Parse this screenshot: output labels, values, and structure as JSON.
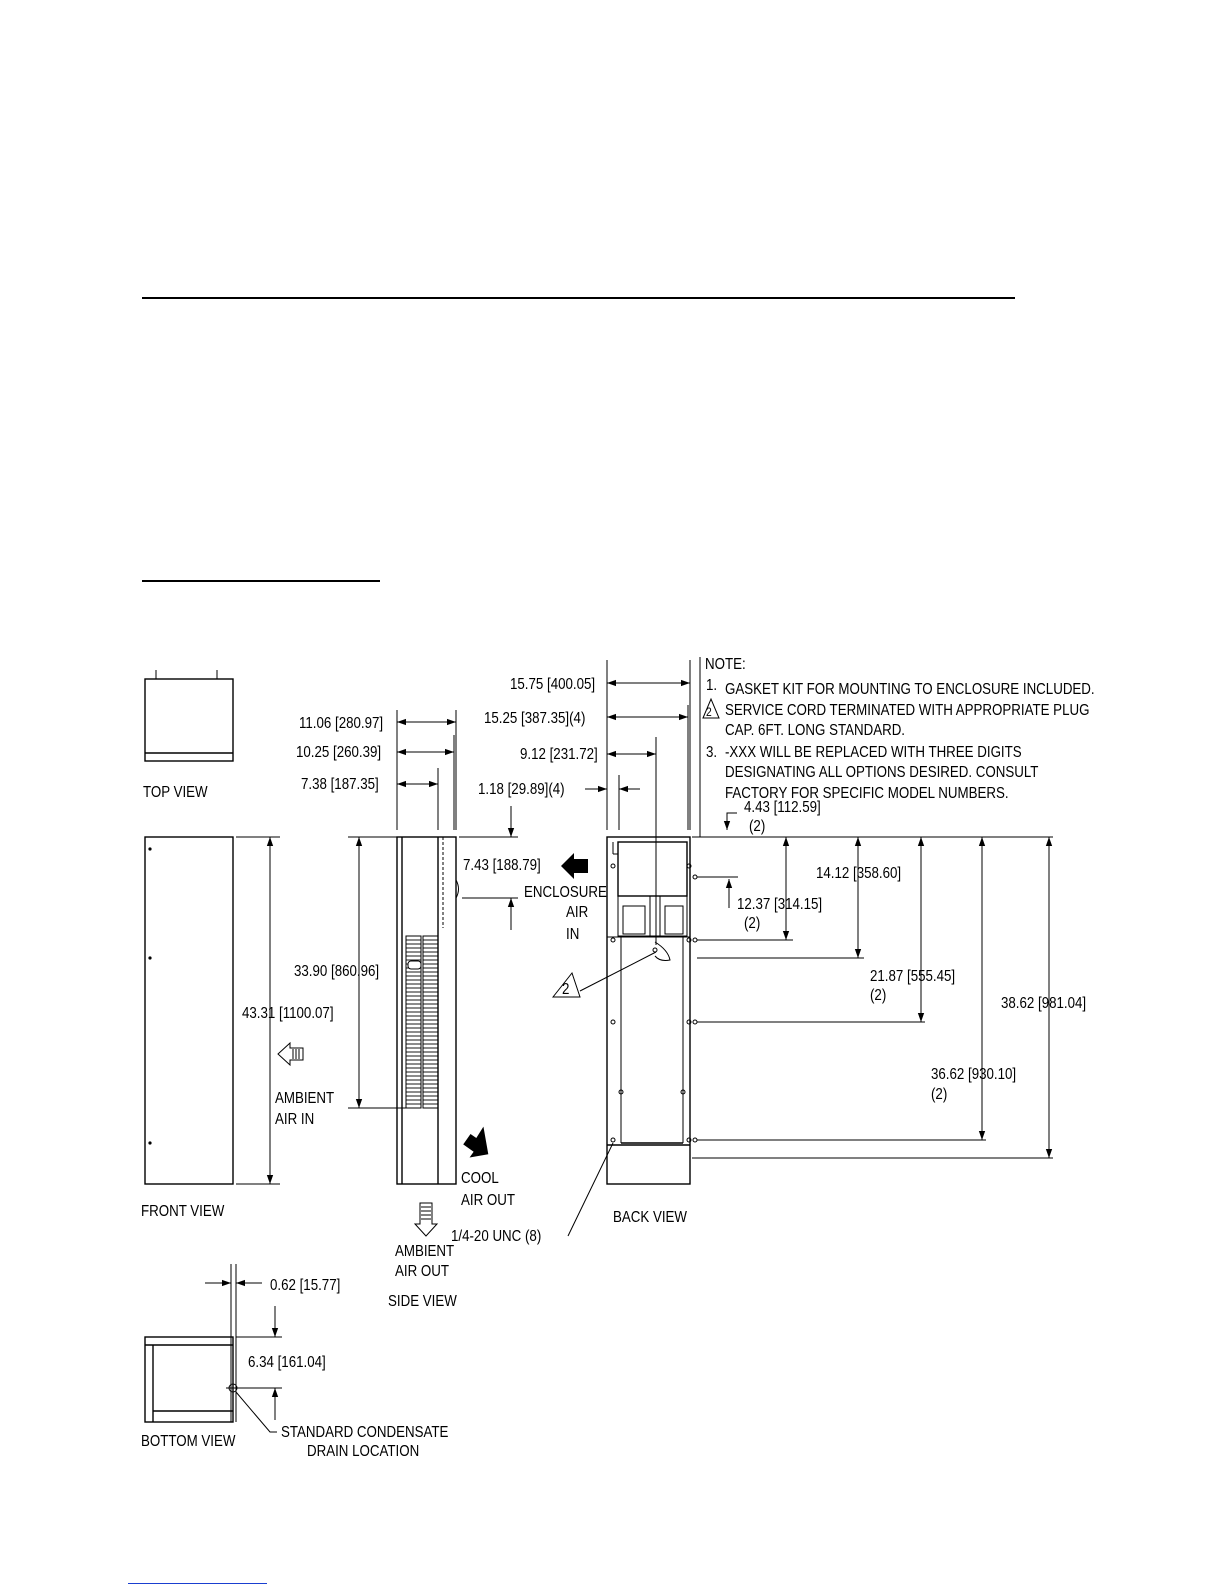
{
  "views": {
    "top": "TOP VIEW",
    "front": "FRONT VIEW",
    "side": "SIDE VIEW",
    "back": "BACK VIEW",
    "bottom": "BOTTOM VIEW"
  },
  "notes": {
    "header": "NOTE:",
    "n1_num": "1.",
    "n1": "GASKET KIT FOR MOUNTING TO ENCLOSURE INCLUDED.",
    "n2_flag": "2",
    "n2_l1": "SERVICE CORD TERMINATED WITH APPROPRIATE PLUG",
    "n2_l2": "CAP. 6FT. LONG STANDARD.",
    "n3_num": "3.",
    "n3_l1": "-XXX WILL BE REPLACED WITH THREE DIGITS",
    "n3_l2": "DESIGNATING ALL OPTIONS DESIRED. CONSULT",
    "n3_l3": "FACTORY FOR SPECIFIC MODEL NUMBERS."
  },
  "dimensions": {
    "d_15_75": "15.75 [400.05]",
    "d_15_25": "15.25 [387.35](4)",
    "d_9_12": "9.12 [231.72]",
    "d_1_18": "1.18 [29.89](4)",
    "d_11_06": "11.06 [280.97]",
    "d_10_25": "10.25 [260.39]",
    "d_7_38": "7.38 [187.35]",
    "d_7_43": "7.43 [188.79]",
    "d_4_43": "4.43 [112.59]",
    "d_4_43_qty": "(2)",
    "d_12_37": "12.37 [314.15]",
    "d_12_37_qty": "(2)",
    "d_14_12": "14.12 [358.60]",
    "d_21_87": "21.87 [555.45]",
    "d_21_87_qty": "(2)",
    "d_38_62": "38.62 [981.04]",
    "d_36_62": "36.62 [930.10]",
    "d_36_62_qty": "(2)",
    "d_33_90": "33.90 [860.96]",
    "d_43_31": "43.31 [1100.07]",
    "d_0_62": "0.62 [15.77]",
    "d_6_34": "6.34 [161.04]"
  },
  "labels": {
    "enclosure_air_in_1": "ENCLOSURE",
    "enclosure_air_in_2": "AIR",
    "enclosure_air_in_3": "IN",
    "ambient_air_in_1": "AMBIENT",
    "ambient_air_in_2": "AIR IN",
    "cool_air_out_1": "COOL",
    "cool_air_out_2": "AIR OUT",
    "ambient_air_out_1": "AMBIENT",
    "ambient_air_out_2": "AIR OUT",
    "unc": "1/4-20 UNC (8)",
    "condensate_1": "STANDARD CONDENSATE",
    "condensate_2": "DRAIN LOCATION",
    "cord_flag": "2"
  }
}
